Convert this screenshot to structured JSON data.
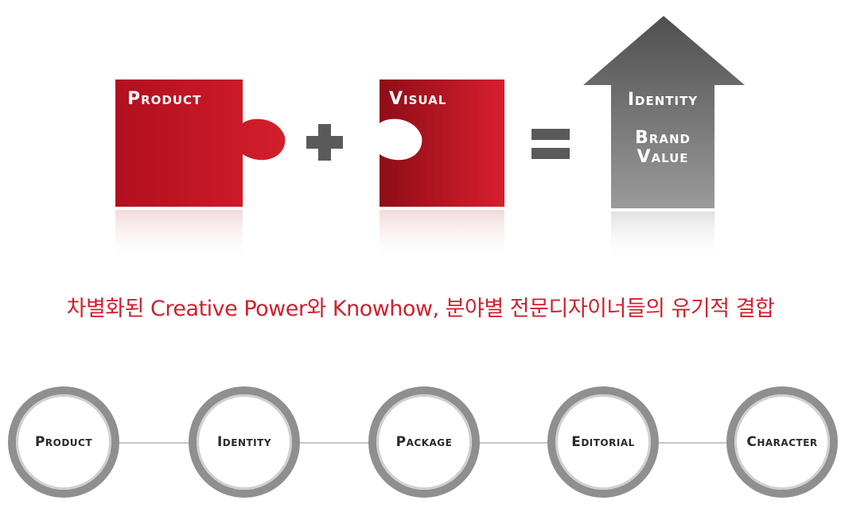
{
  "equation": {
    "product_label": "Product",
    "visual_label": "Visual",
    "plus_symbol": "+",
    "equals_symbol": "=",
    "arrow_title": "Identity",
    "arrow_sub_line1": "Brand",
    "arrow_sub_line2": "Value"
  },
  "tagline": "차별화된 Creative Power와 Knowhow, 분야별 전문디자이너들의 유기적 결합",
  "services": [
    {
      "label": "Product"
    },
    {
      "label": "Identity"
    },
    {
      "label": "Package"
    },
    {
      "label": "Editorial"
    },
    {
      "label": "Character"
    }
  ],
  "colors": {
    "brand_red": "#c8102e",
    "tagline_red": "#d0202e",
    "arrow_gray": "#6a6a6a",
    "operator_gray": "#5a5a5a"
  }
}
